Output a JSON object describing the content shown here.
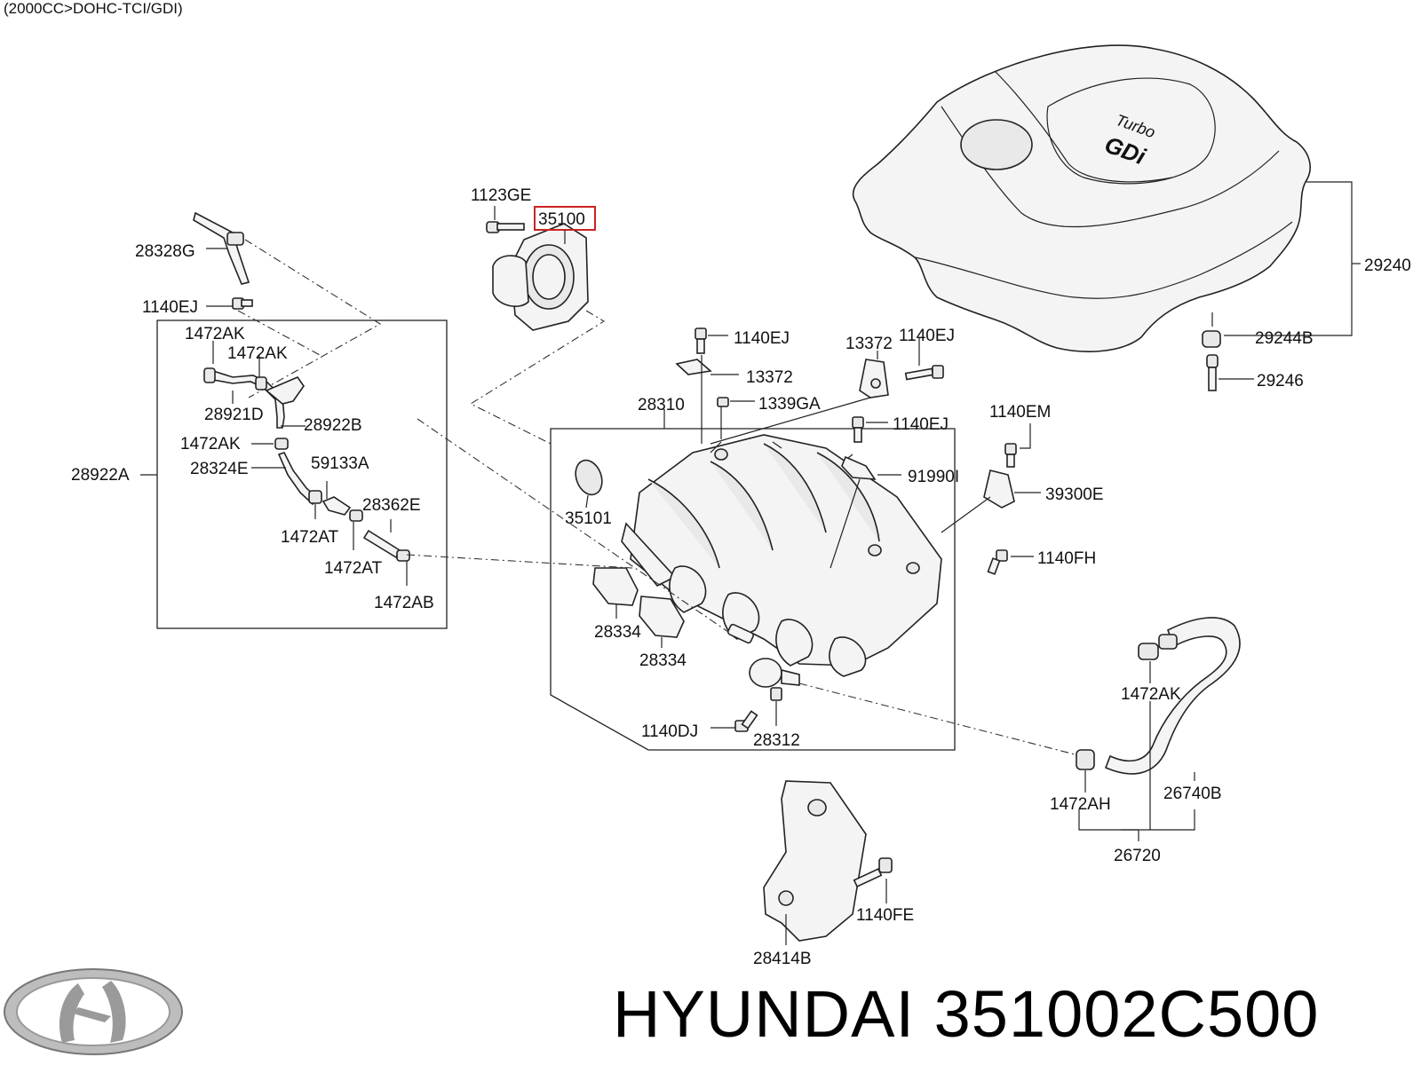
{
  "header": {
    "engine_code": "(2000CC>DOHC-TCI/GDI)"
  },
  "footer": {
    "brand": "HYUNDAI",
    "part_number": "351002C500"
  },
  "highlight": {
    "part": "35100",
    "color": "#cc2222"
  },
  "engine_cover_logo": {
    "line1": "Turbo",
    "line2": "GDi"
  },
  "labels": {
    "l1123GE": "1123GE",
    "l35100": "35100",
    "l28328G": "28328G",
    "l1140EJ_a": "1140EJ",
    "l1472AK_a": "1472AK",
    "l1472AK_b": "1472AK",
    "l28921D": "28921D",
    "l28922B": "28922B",
    "l1472AK_c": "1472AK",
    "l28922A": "28922A",
    "l28324E": "28324E",
    "l59133A": "59133A",
    "l28362E": "28362E",
    "l1472AT_a": "1472AT",
    "l1472AT_b": "1472AT",
    "l1472AB": "1472AB",
    "l1140EJ_b": "1140EJ",
    "l13372_a": "13372",
    "l13372_b": "13372",
    "l1140EJ_c": "1140EJ",
    "l28310": "28310",
    "l1339GA": "1339GA",
    "l1140EJ_d": "1140EJ",
    "l1140EM": "1140EM",
    "l91990I": "91990I",
    "l39300E": "39300E",
    "l35101": "35101",
    "l1140FH": "1140FH",
    "l28334_a": "28334",
    "l28334_b": "28334",
    "l1140DJ": "1140DJ",
    "l28312": "28312",
    "l1472AK_d": "1472AK",
    "l1472AH": "1472AH",
    "l26740B": "26740B",
    "l26720": "26720",
    "l1140FE": "1140FE",
    "l28414B": "28414B",
    "l29240": "29240",
    "l29244B": "29244B",
    "l29246": "29246"
  }
}
